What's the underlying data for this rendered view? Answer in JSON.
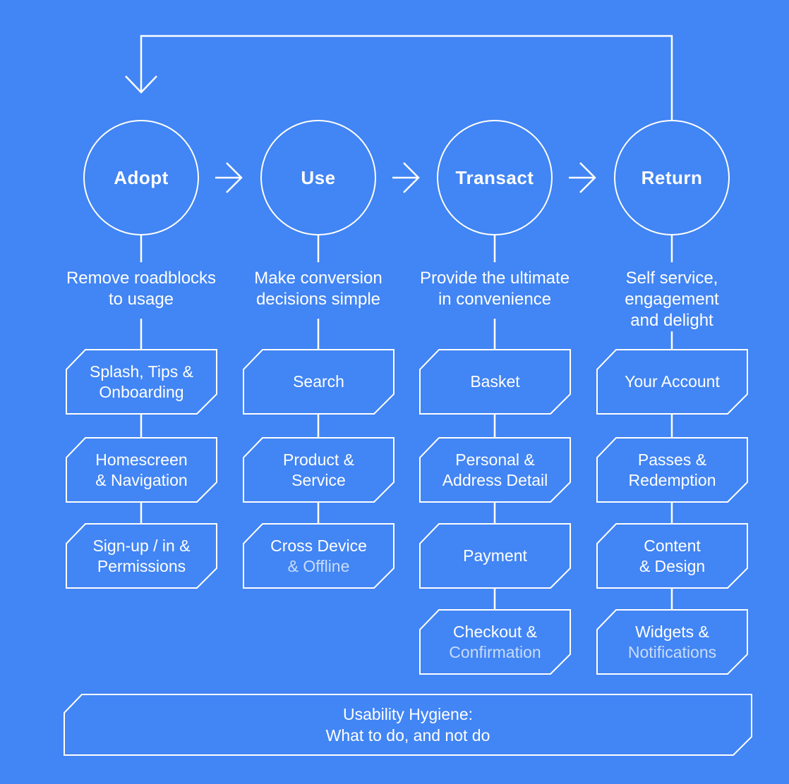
{
  "colors": {
    "background": "#4285F4",
    "stroke": "#FFFFFF",
    "text": "#FFFFFF",
    "muted_text": "#C9DCFB"
  },
  "stages": [
    {
      "label": "Adopt",
      "description": [
        "Remove roadblocks",
        "to usage"
      ],
      "boxes": [
        [
          "Splash, Tips &",
          "Onboarding"
        ],
        [
          "Homescreen",
          "& Navigation"
        ],
        [
          "Sign-up / in &",
          "Permissions"
        ]
      ]
    },
    {
      "label": "Use",
      "description": [
        "Make conversion",
        "decisions simple"
      ],
      "boxes": [
        [
          "Search"
        ],
        [
          "Product &",
          "Service"
        ],
        [
          "Cross Device",
          "& Offline"
        ]
      ]
    },
    {
      "label": "Transact",
      "description": [
        "Provide the ultimate",
        "in convenience"
      ],
      "boxes": [
        [
          "Basket"
        ],
        [
          "Personal &",
          "Address Detail"
        ],
        [
          "Payment"
        ],
        [
          "Checkout &",
          "Confirmation"
        ]
      ]
    },
    {
      "label": "Return",
      "description": [
        "Self service,",
        "engagement",
        "and delight"
      ],
      "boxes": [
        [
          "Your Account"
        ],
        [
          "Passes &",
          "Redemption"
        ],
        [
          "Content",
          "& Design"
        ],
        [
          "Widgets &",
          "Notifications"
        ]
      ]
    }
  ],
  "footer": [
    "Usability Hygiene:",
    "What to do, and not do"
  ]
}
